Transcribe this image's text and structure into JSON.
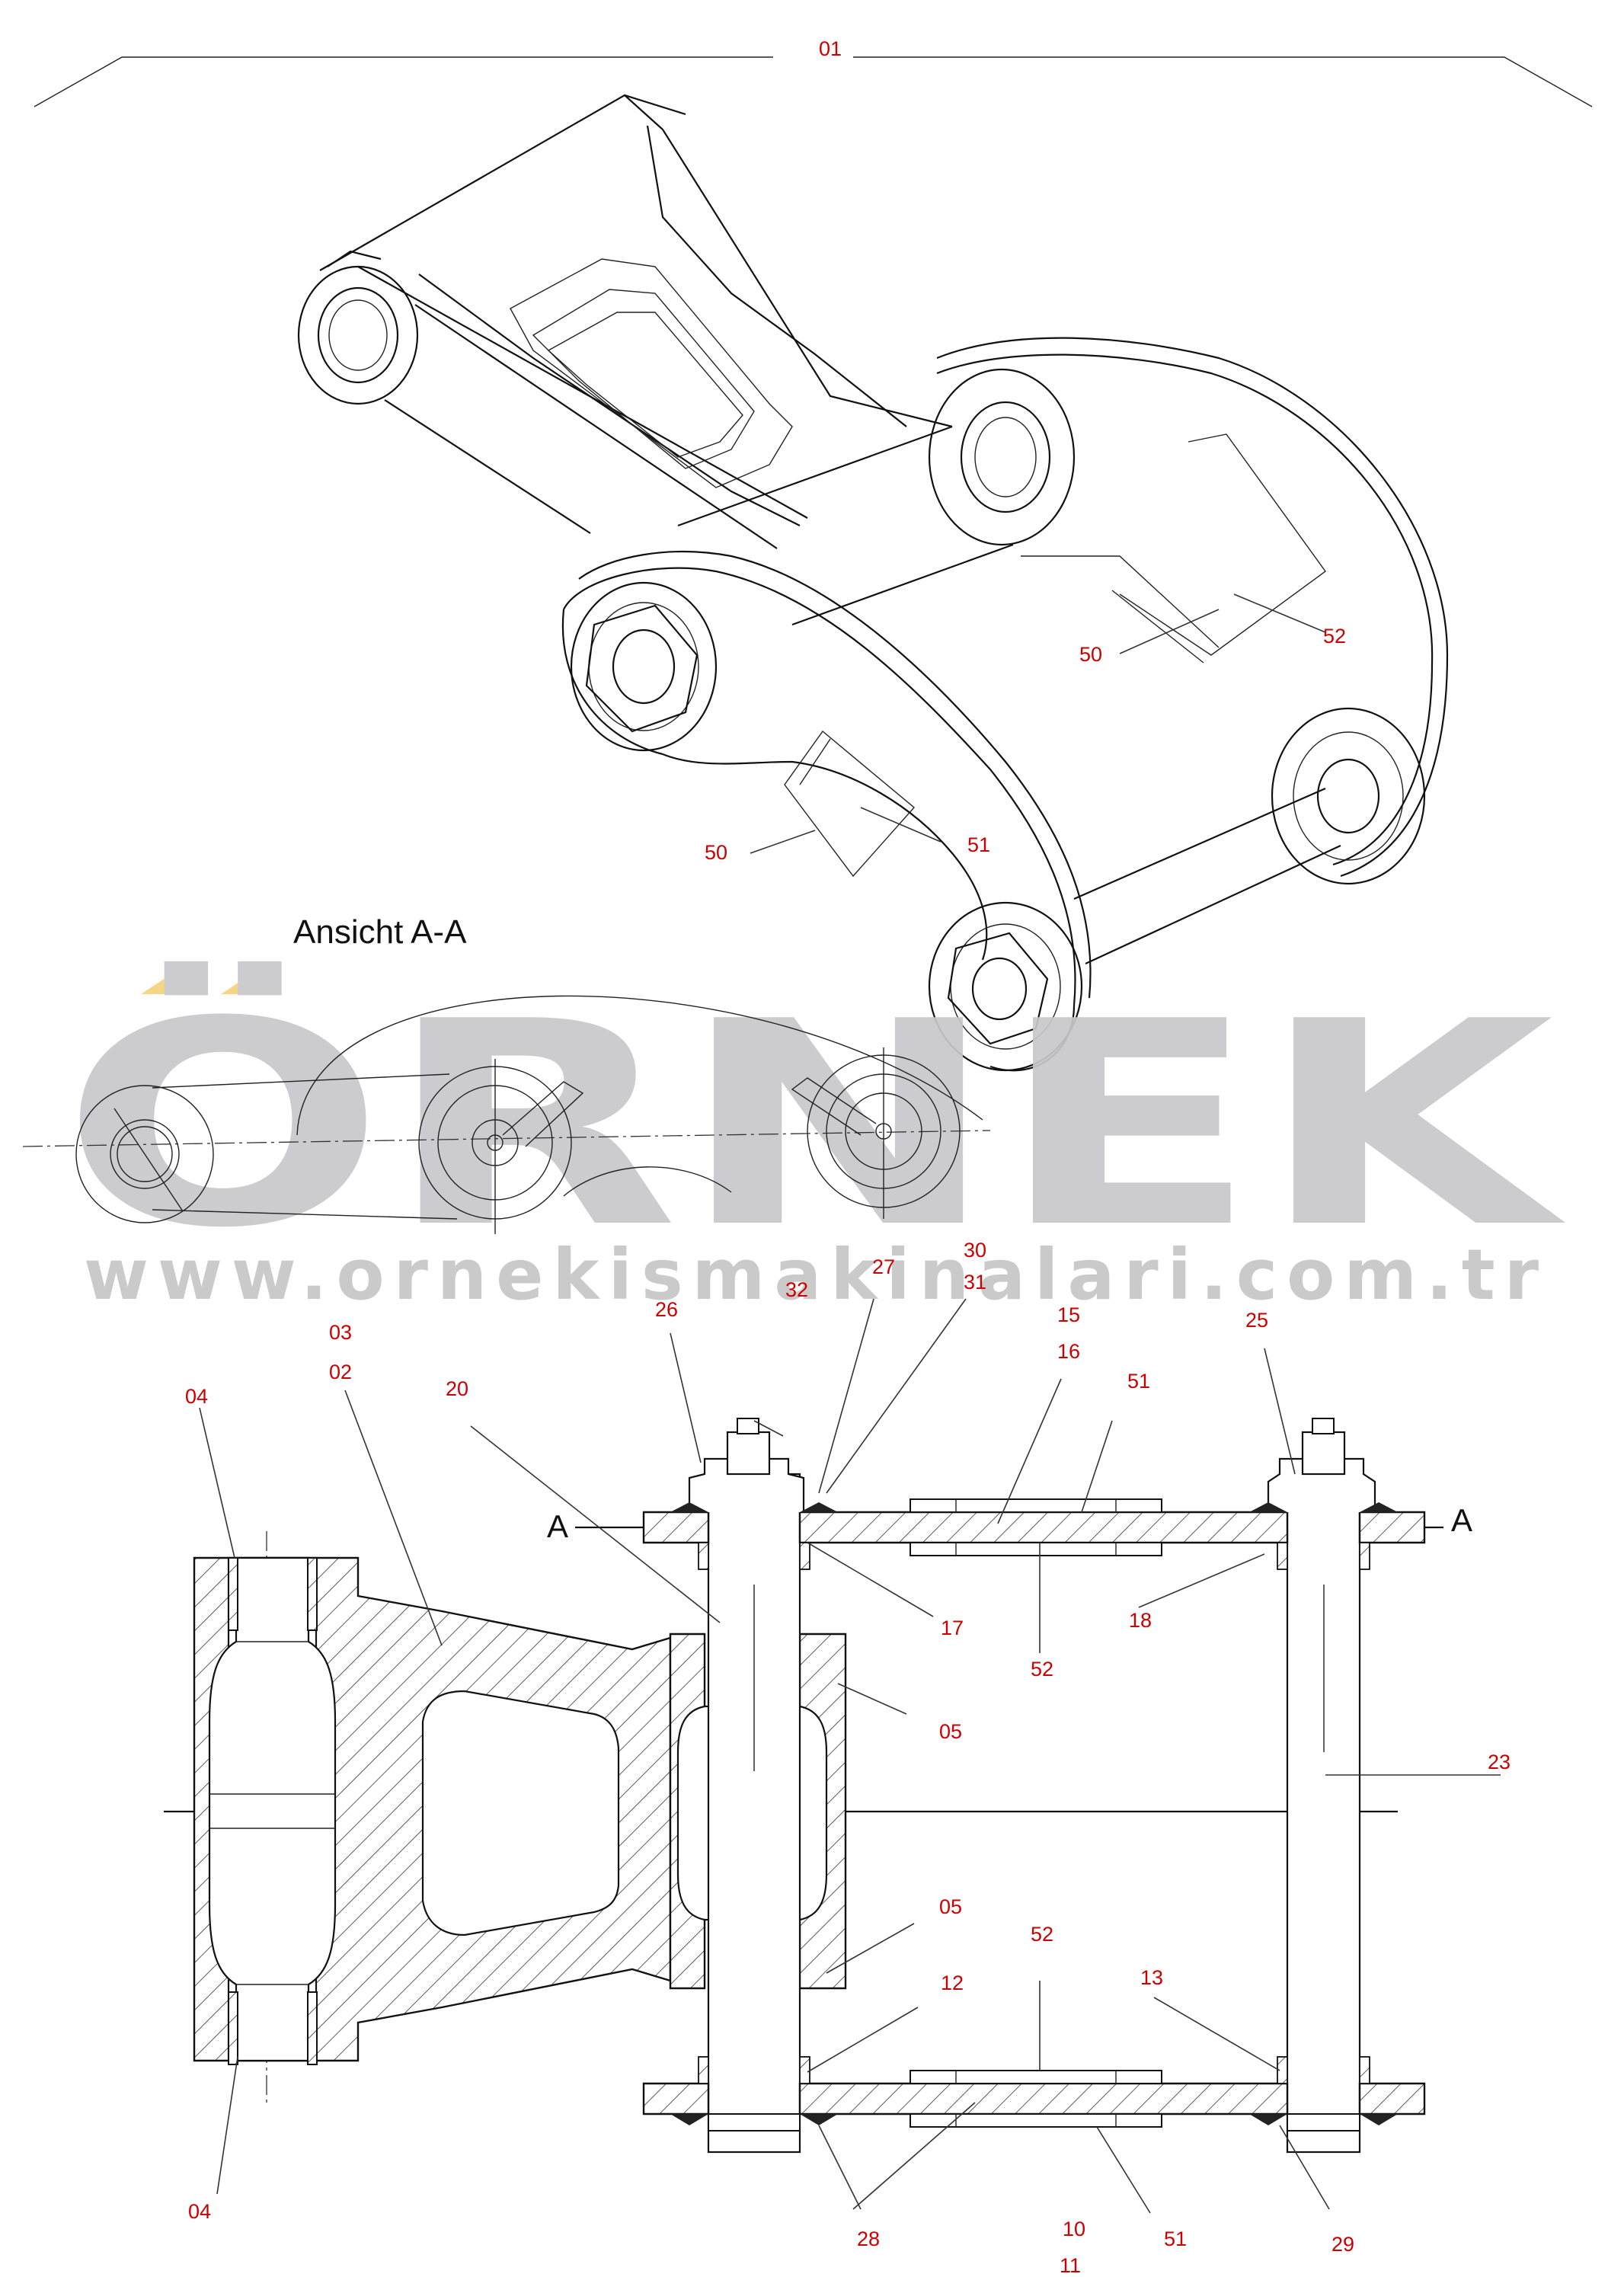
{
  "sheet_number": "01",
  "view_title": "Ansicht  A-A",
  "section_marker": "A",
  "watermark": {
    "logo_text": "ÖRNEK",
    "url": "www.ornekismakinalari.com.tr",
    "logo_color": "#c8c8cc",
    "accent_color": "#f5d37a"
  },
  "colors": {
    "callout": "#cc0000",
    "line": "#111111"
  },
  "callouts": {
    "c01": "01",
    "c02": "02",
    "c03": "03",
    "c04a": "04",
    "c04b": "04",
    "c05a": "05",
    "c05b": "05",
    "c10": "10",
    "c11": "11",
    "c12": "12",
    "c13": "13",
    "c15": "15",
    "c16": "16",
    "c17": "17",
    "c18": "18",
    "c20": "20",
    "c23": "23",
    "c25": "25",
    "c26": "26",
    "c27": "27",
    "c28": "28",
    "c29": "29",
    "c30": "30",
    "c31": "31",
    "c32": "32",
    "c50a": "50",
    "c50b": "50",
    "c51a": "51",
    "c51b": "51",
    "c51c": "51",
    "c52a": "52",
    "c52b": "52",
    "c52c": "52"
  }
}
